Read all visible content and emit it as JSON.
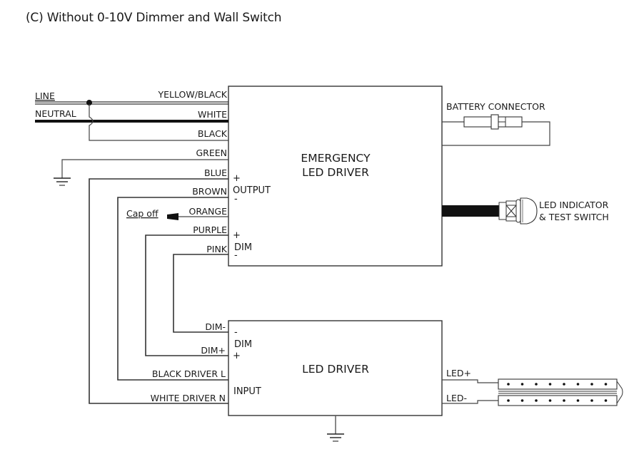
{
  "title": "(C) Without 0-10V Dimmer and Wall Switch",
  "supply": {
    "line_label": "LINE",
    "neutral_label": "NEUTRAL"
  },
  "emergency_driver": {
    "title_line1": "EMERGENCY",
    "title_line2": "LED DRIVER",
    "output_plus": "+",
    "output_label": "OUTPUT",
    "output_minus": "-",
    "dim_plus": "+",
    "dim_label": "DIM",
    "dim_minus": "-",
    "wires": [
      {
        "label": "YELLOW/BLACK"
      },
      {
        "label": "WHITE"
      },
      {
        "label": "BLACK"
      },
      {
        "label": "GREEN"
      },
      {
        "label": "BLUE"
      },
      {
        "label": "BROWN"
      },
      {
        "label": "ORANGE"
      },
      {
        "label": "PURPLE"
      },
      {
        "label": "PINK"
      }
    ],
    "cap_off_label": "Cap off"
  },
  "battery": {
    "label": "BATTERY CONNECTOR"
  },
  "indicator": {
    "label_line1": "LED INDICATOR",
    "label_line2": "& TEST SWITCH"
  },
  "led_driver": {
    "title": "LED DRIVER",
    "dim_minus": "-",
    "dim_label": "DIM",
    "dim_plus": "+",
    "input_label": "INPUT",
    "wires": [
      {
        "label": "DIM-"
      },
      {
        "label": "DIM+"
      },
      {
        "label": "BLACK DRIVER L"
      },
      {
        "label": "WHITE DRIVER N"
      }
    ],
    "outputs": [
      {
        "label": "LED+"
      },
      {
        "label": "LED-"
      }
    ]
  },
  "led_strip": {
    "dots_per_row": 8,
    "rows": 2
  }
}
